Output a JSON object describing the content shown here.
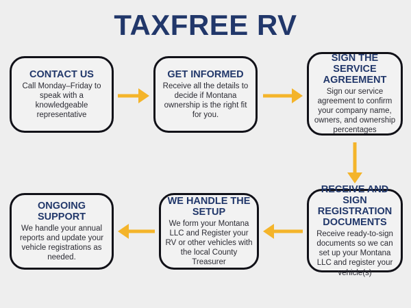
{
  "page": {
    "title": "TAXFREE RV",
    "background_color": "#eeeeee",
    "accent_navy": "#21376a",
    "accent_yellow": "#f4b42a",
    "box_border_color": "#111118"
  },
  "steps": [
    {
      "id": "contact-us",
      "heading": "CONTACT US",
      "body": "Call Monday–Friday to speak with a knowledgeable representative"
    },
    {
      "id": "get-informed",
      "heading": "GET INFORMED",
      "body": "Receive all the details to decide if Montana ownership is the right fit for you."
    },
    {
      "id": "sign-the-service-agreement",
      "heading": "SIGN THE SERVICE AGREEMENT",
      "body": "Sign our service agreement to confirm your company name, owners, and ownership percentages"
    },
    {
      "id": "receive-and-sign-registration-documents",
      "heading": "RECEIVE AND SIGN REGISTRATION DOCUMENTS",
      "body": "Receive ready-to-sign documents so we can set up your Montana LLC and register your vehicle(s)"
    },
    {
      "id": "we-handle-the-setup",
      "heading": "WE HANDLE THE SETUP",
      "body": "We form your Montana LLC and Register your RV or other vehicles with the local County Treasurer"
    },
    {
      "id": "ongoing-support",
      "heading": "ONGOING SUPPORT",
      "body": "We handle your annual reports and update your vehicle registrations as needed."
    }
  ],
  "connectors": [
    {
      "id": "arrow-contact-to-informed",
      "icon": "arrow-right-icon",
      "direction": "right",
      "from": "contact-us",
      "to": "get-informed"
    },
    {
      "id": "arrow-informed-to-agreement",
      "icon": "arrow-right-icon",
      "direction": "right",
      "from": "get-informed",
      "to": "sign-the-service-agreement"
    },
    {
      "id": "arrow-agreement-to-documents",
      "icon": "arrow-down-icon",
      "direction": "down",
      "from": "sign-the-service-agreement",
      "to": "receive-and-sign-registration-documents"
    },
    {
      "id": "arrow-documents-to-setup",
      "icon": "arrow-left-icon",
      "direction": "left",
      "from": "receive-and-sign-registration-documents",
      "to": "we-handle-the-setup"
    },
    {
      "id": "arrow-setup-to-support",
      "icon": "arrow-left-icon",
      "direction": "left",
      "from": "we-handle-the-setup",
      "to": "ongoing-support"
    }
  ]
}
